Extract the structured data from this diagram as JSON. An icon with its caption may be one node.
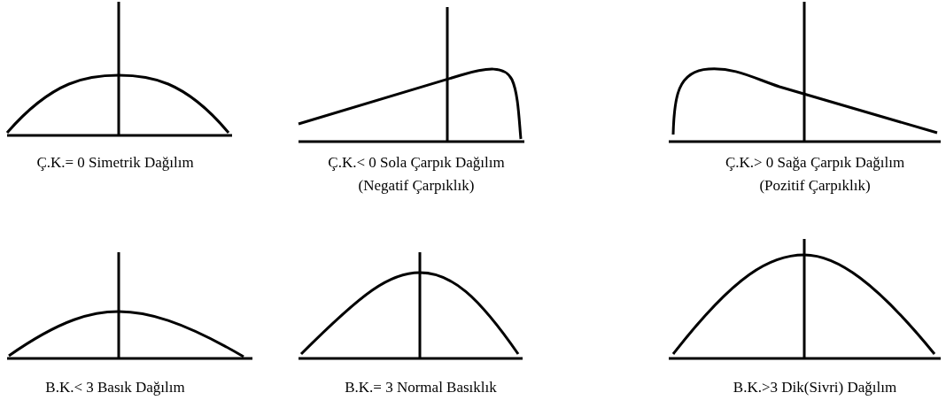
{
  "diagram": {
    "labels": [
      "Ç.K.= 0 Simetrik Dağılım",
      "Ç.K.< 0 Sola Çarpık Dağılım",
      "(Negatif Çarpıklık)",
      "Ç.K.> 0 Sağa Çarpık Dağılım",
      "(Pozitif Çarpıklık)",
      "B.K.< 3 Basık Dağılım",
      "B.K.= 3 Normal Basıklık",
      "B.K.>3 Dik(Sivri) Dağılım"
    ]
  }
}
